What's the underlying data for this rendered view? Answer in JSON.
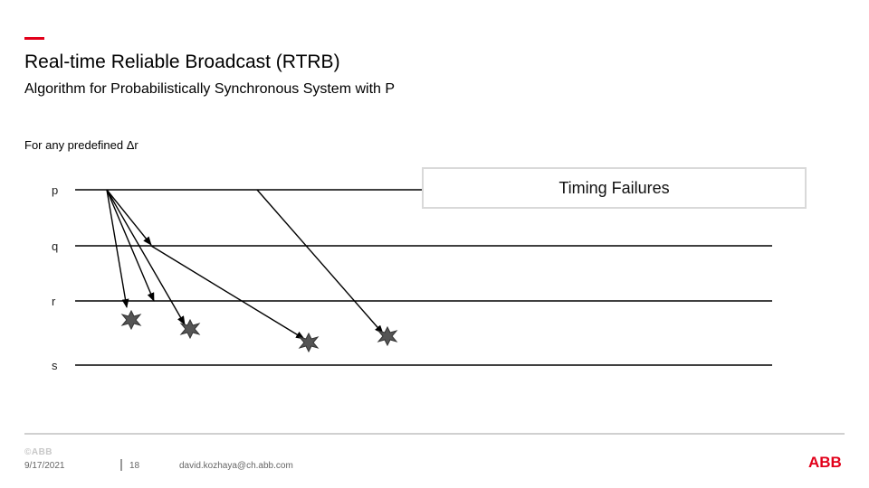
{
  "slide": {
    "title": "Real-time Reliable Broadcast (RTRB)",
    "subtitle": "Algorithm for Probabilistically Synchronous System with P",
    "lead": "For any  predefined Δr"
  },
  "diagram": {
    "processes": [
      {
        "id": "p",
        "label": "p"
      },
      {
        "id": "q",
        "label": "q"
      },
      {
        "id": "r",
        "label": "r"
      },
      {
        "id": "s",
        "label": "s"
      }
    ],
    "legend": "Timing Failures",
    "colors": {
      "line": "#000000",
      "failure": "#555555",
      "legend_border": "#d9d9d9"
    }
  },
  "footer": {
    "abb_small": "©ABB",
    "date": "9/17/2021",
    "page": "18",
    "email": "david.kozhaya@ch.abb.com",
    "logo": "ABB",
    "brand_color": "#e2001a"
  }
}
